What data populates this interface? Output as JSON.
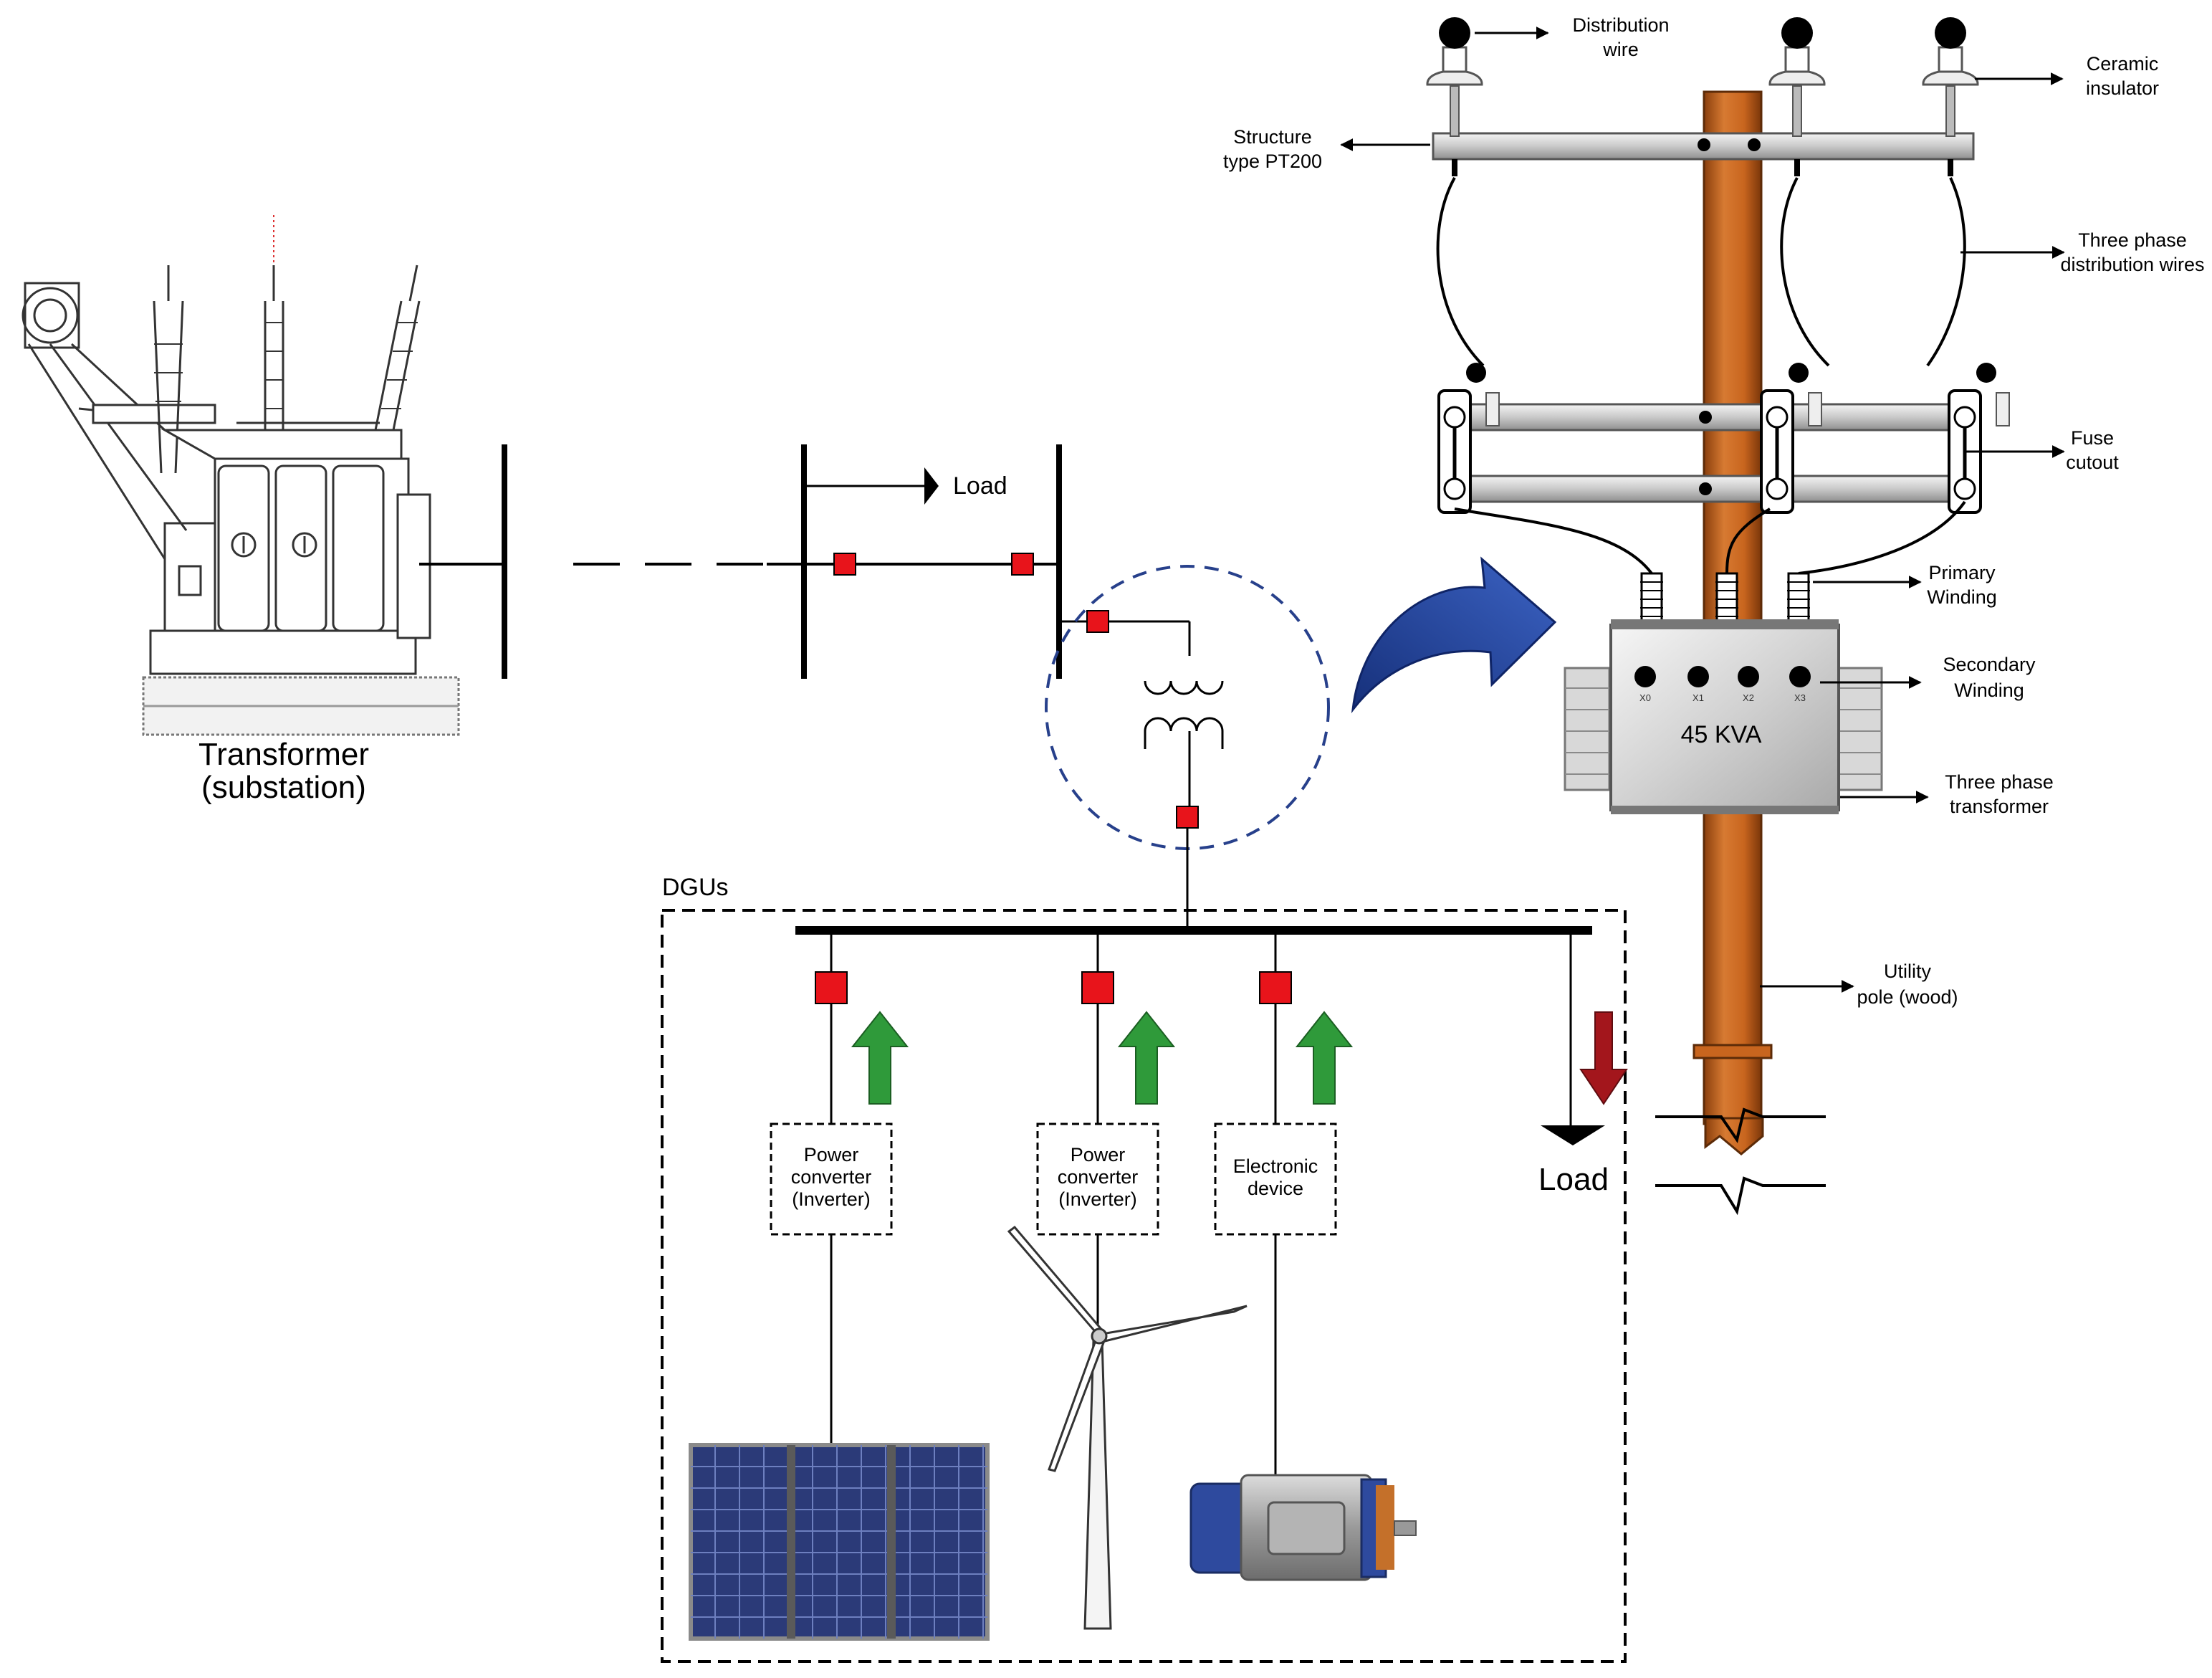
{
  "substation": {
    "label_line1": "Transformer",
    "label_line2": "(substation)"
  },
  "bus_load_label": "Load",
  "dgus_label": "DGUs",
  "converters": [
    {
      "line1": "Power",
      "line2": "converter",
      "line3": "(Inverter)"
    },
    {
      "line1": "Power",
      "line2": "converter",
      "line3": "(Inverter)"
    },
    {
      "line1": "Electronic",
      "line2": "device",
      "line3": ""
    }
  ],
  "dgu_load_label": "Load",
  "pole_labels": {
    "distribution_wire": [
      "Distribution",
      "wire"
    ],
    "ceramic_insulator": [
      "Ceramic",
      "insulator"
    ],
    "structure": [
      "Structure",
      "type PT200"
    ],
    "three_phase_wires": [
      "Three phase",
      "distribution wires"
    ],
    "fuse_cutout": [
      "Fuse",
      "cutout"
    ],
    "primary_winding": [
      "Primary",
      "Winding"
    ],
    "secondary_winding": [
      "Secondary",
      "Winding"
    ],
    "three_phase_transformer": [
      "Three phase",
      "transformer"
    ],
    "utility_pole": [
      "Utility",
      "pole (wood)"
    ]
  },
  "pole_transformer": {
    "rating": "45 KVA",
    "terminals": [
      "X0",
      "X1",
      "X2",
      "X3"
    ]
  },
  "colors": {
    "breaker": "#e8141b",
    "gen_arrow": "#2f9a3a",
    "load_arrow": "#a3161c",
    "big_arrow": "#1f3f95",
    "pole_wood": "#c8651e",
    "circle_dash": "#27408b",
    "solar_panel": "#2b3a78",
    "motor_blue": "#2e4a9e"
  }
}
